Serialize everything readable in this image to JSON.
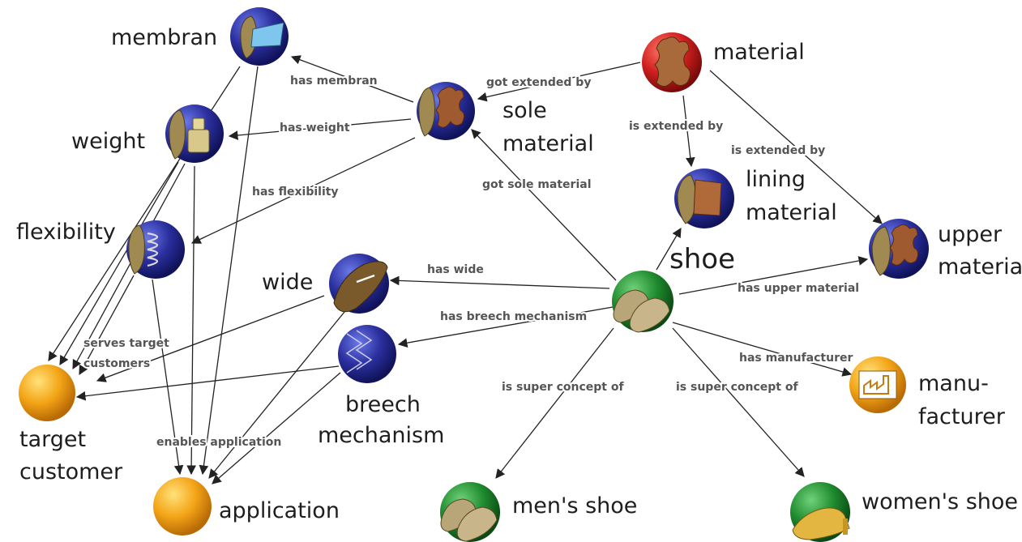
{
  "nodes": {
    "membran": "membran",
    "weight": "weight",
    "flexibility": "flexibility",
    "wide": "wide",
    "breech_1": "breech",
    "breech_2": "mechanism",
    "target_1": "target",
    "target_2": "customer",
    "application": "application",
    "sole_1": "sole",
    "sole_2": "material",
    "material": "material",
    "lining_1": "lining",
    "lining_2": "material",
    "shoe": "shoe",
    "upper_1": "upper",
    "upper_2": "materia",
    "manu_1": "manu-",
    "manu_2": "facturer",
    "mens": "men's shoe",
    "womens": "women's shoe"
  },
  "edges": {
    "has_membran": "has membran",
    "got_extended_by": "got extended by",
    "has_weight": "has weight",
    "is_extended_by_lining": "is extended by",
    "is_extended_by_upper": "is extended by",
    "has_flexibility": "has flexibility",
    "got_sole_material": "got sole material",
    "has_wide": "has wide",
    "has_upper_material": "has upper material",
    "has_breech_mechanism": "has breech mechanism",
    "serves_1": "serves target",
    "serves_2": "customers",
    "has_manufacturer": "has manufacturer",
    "is_super_concept_1": "is super concept of",
    "is_super_concept_2": "is super concept of",
    "enables_application": "enables application"
  },
  "colors": {
    "blue_node": "#2b2f9e",
    "red_node": "#d0201f",
    "green_node": "#1f8a2e",
    "orange_node": "#f3a416"
  },
  "icons": {
    "membran": "membrane-icon",
    "weight": "weight-icon",
    "flexibility": "spring-icon",
    "wide": "shoe-width-icon",
    "breech": "breech-spring-icon",
    "sole": "leather-hide-icon",
    "material": "leather-hide-icon",
    "lining": "lining-icon",
    "upper": "upper-icon",
    "shoe": "shoe-pair-icon",
    "manufacturer": "factory-icon",
    "mens": "mens-shoe-icon",
    "womens": "womens-shoe-icon"
  }
}
